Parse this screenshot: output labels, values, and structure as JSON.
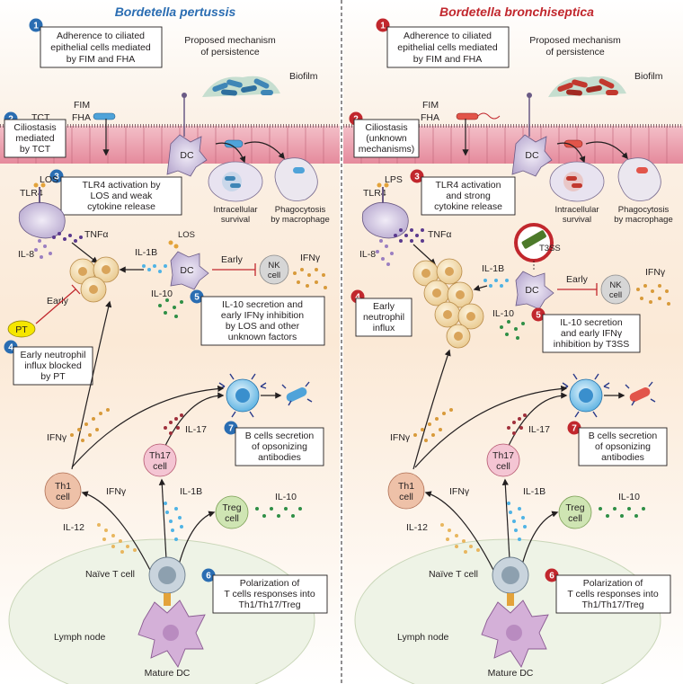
{
  "left": {
    "title": "Bordetella pertussis",
    "accent": "#2a6db2",
    "step1": [
      "Adherence to ciliated",
      "epithelial cells mediated",
      "by FIM and FHA"
    ],
    "proposed": [
      "Proposed mechanism",
      "of persistence"
    ],
    "biofilm": "Biofilm",
    "tct": "TCT",
    "fim": "FIM",
    "fha": "FHA",
    "step2": [
      "Ciliostasis",
      "mediated",
      "by TCT"
    ],
    "dc": "DC",
    "step3": [
      "TLR4 activation by",
      "LOS and weak",
      "cytokine release"
    ],
    "intracellular": [
      "Intracellular",
      "survival"
    ],
    "phago": [
      "Phagocytosis",
      "by macrophage"
    ],
    "tlr4": "TLR4",
    "los": "LOS",
    "tnf": "TNFα",
    "il8": "IL-8",
    "il1b": "IL-1B",
    "los2": "LOS",
    "early_nk": "Early",
    "nk": [
      "NK",
      "cell"
    ],
    "ifng": "IFNγ",
    "il10": "IL-10",
    "step5": [
      "IL-10 secretion and",
      "early IFNγ inhibition",
      "by LOS and other",
      "unknown factors"
    ],
    "early": "Early",
    "pt": "PT",
    "step4": [
      "Early neutrophil",
      "influx blocked",
      "by PT"
    ],
    "ifng2": "IFNγ",
    "th17": [
      "Th17",
      "cell"
    ],
    "il17": "IL-17",
    "step7": [
      "B cells secretion",
      "of opsonizing",
      "antibodies"
    ],
    "th1": [
      "Th1",
      "cell"
    ],
    "ifng3": "IFNγ",
    "il1b2": "IL-1B",
    "il12": "IL-12",
    "treg": [
      "Treg",
      "cell"
    ],
    "il10b": "IL-10",
    "naive": "Naïve T cell",
    "step6": [
      "Polarization of",
      "T cells responses into",
      "Th1/Th17/Treg"
    ],
    "lymph": "Lymph node",
    "mature": "Mature DC"
  },
  "right": {
    "title": "Bordetella bronchiseptica",
    "accent": "#c1272d",
    "step1": [
      "Adherence to ciliated",
      "epithelial cells mediated",
      "by FIM and FHA"
    ],
    "proposed": [
      "Proposed mechanism",
      "of persistence"
    ],
    "biofilm": "Biofilm",
    "fim": "FIM",
    "fha": "FHA",
    "step2": [
      "Ciliostasis",
      "(unknown",
      "mechanisms)"
    ],
    "dc": "DC",
    "lps": "LPS",
    "tlr4": "TLR4",
    "step3": [
      "TLR4 activation",
      "and strong",
      "cytokine release"
    ],
    "intracellular": [
      "Intracellular",
      "survival"
    ],
    "phago": [
      "Phagocytosis",
      "by macrophage"
    ],
    "tnf": "TNFα",
    "il8": "IL-8",
    "t3ss": "T3SS",
    "il1b": "IL-1B",
    "early_nk": "Early",
    "nk": [
      "NK",
      "cell"
    ],
    "ifng": "IFNγ",
    "step4": [
      "Early",
      "neutrophil",
      "influx"
    ],
    "il10": "IL-10",
    "step5": [
      "IL-10 secretion",
      "and early IFNγ",
      "inhibition by T3SS"
    ],
    "ifng2": "IFNγ",
    "th17": [
      "Th17",
      "cell"
    ],
    "il17": "IL-17",
    "step7": [
      "B cells secretion",
      "of opsonizing",
      "antibodies"
    ],
    "th1": [
      "Th1",
      "cell"
    ],
    "ifng3": "IFNγ",
    "il1b2": "IL-1B",
    "il12": "IL-12",
    "treg": [
      "Treg",
      "cell"
    ],
    "il10b": "IL-10",
    "naive": "Naïve T cell",
    "step6": [
      "Polarization of",
      "T cells responses into",
      "Th1/Th17/Treg"
    ],
    "lymph": "Lymph node",
    "mature": "Mature DC"
  },
  "steps": {
    "s1": "1",
    "s2": "2",
    "s3": "3",
    "s4": "4",
    "s5": "5",
    "s6": "6",
    "s7": "7"
  }
}
